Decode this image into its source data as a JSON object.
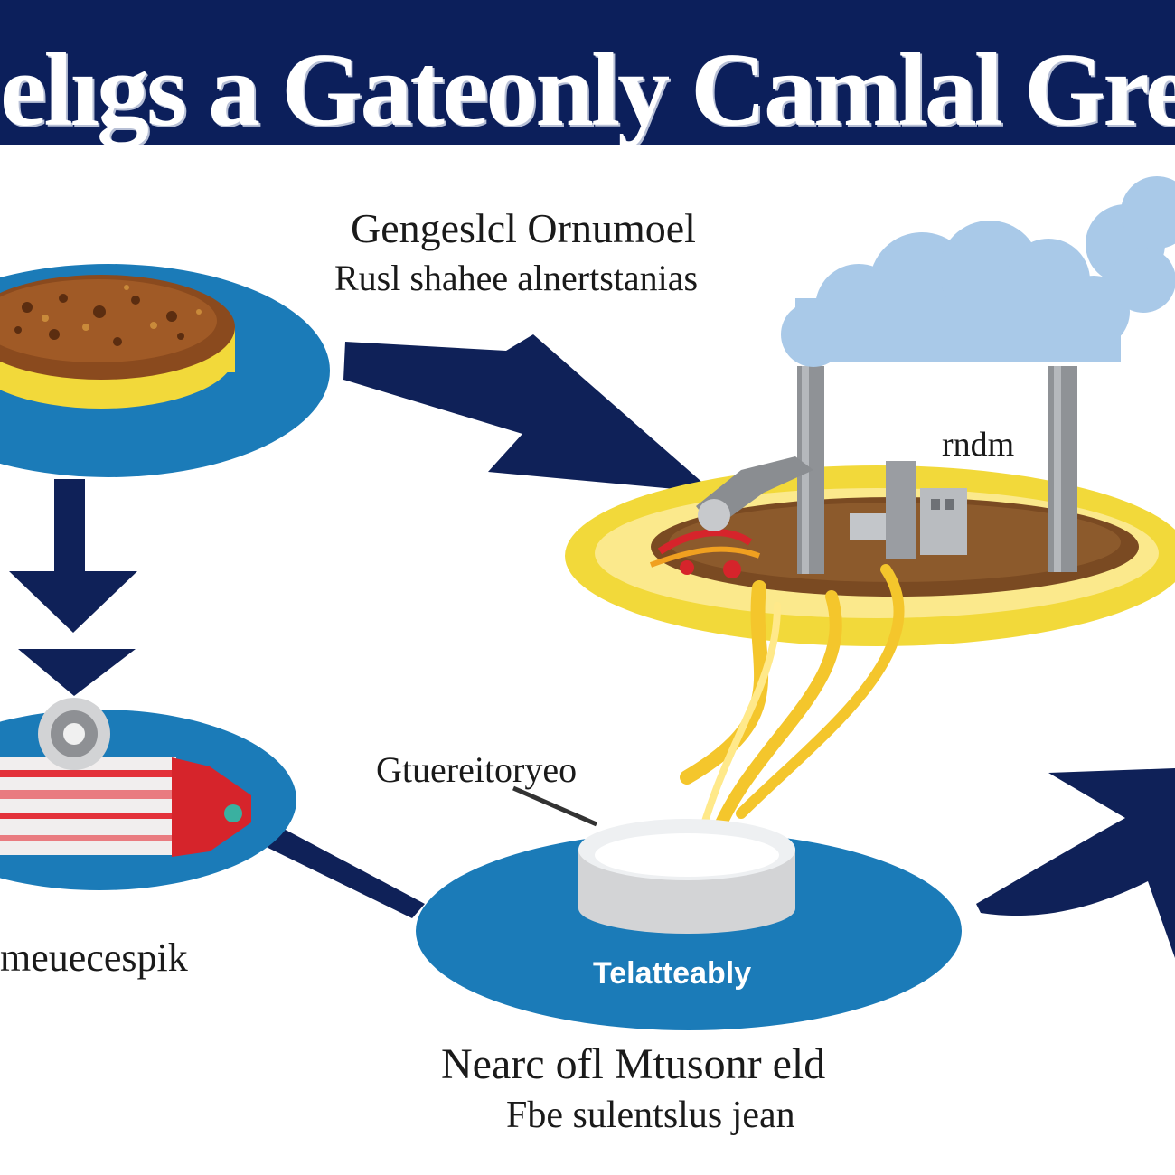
{
  "banner": {
    "title": "elıgs a Gateonly Camlal Greig"
  },
  "labels": {
    "top_line_1": "Gengeslcl Ornumoel",
    "top_line_2": "Rusl shahee alnertstanias",
    "plant": "rndm",
    "generator": "Gtuereitoryeo",
    "left": "meuecespik",
    "center": "Telatteably",
    "bottom_line_1": "Nearc ofl Mtusonr eld",
    "bottom_line_2": "Fbe sulentslus jean"
  },
  "colors": {
    "banner_navy": "#0c1f5b",
    "arrow_navy": "#0f2158",
    "disc_blue": "#1b7bb8",
    "ring_yellow": "#f2d93a",
    "steam_yellow": "#f4c62c",
    "smoke_blue": "#a9c9e8",
    "pipe_red": "#d6242b"
  },
  "icons": [
    "coal-pile-icon",
    "power-plant-icon",
    "turbine-icon",
    "generator-icon",
    "smoke-cloud-icon",
    "flow-arrow-icon"
  ]
}
